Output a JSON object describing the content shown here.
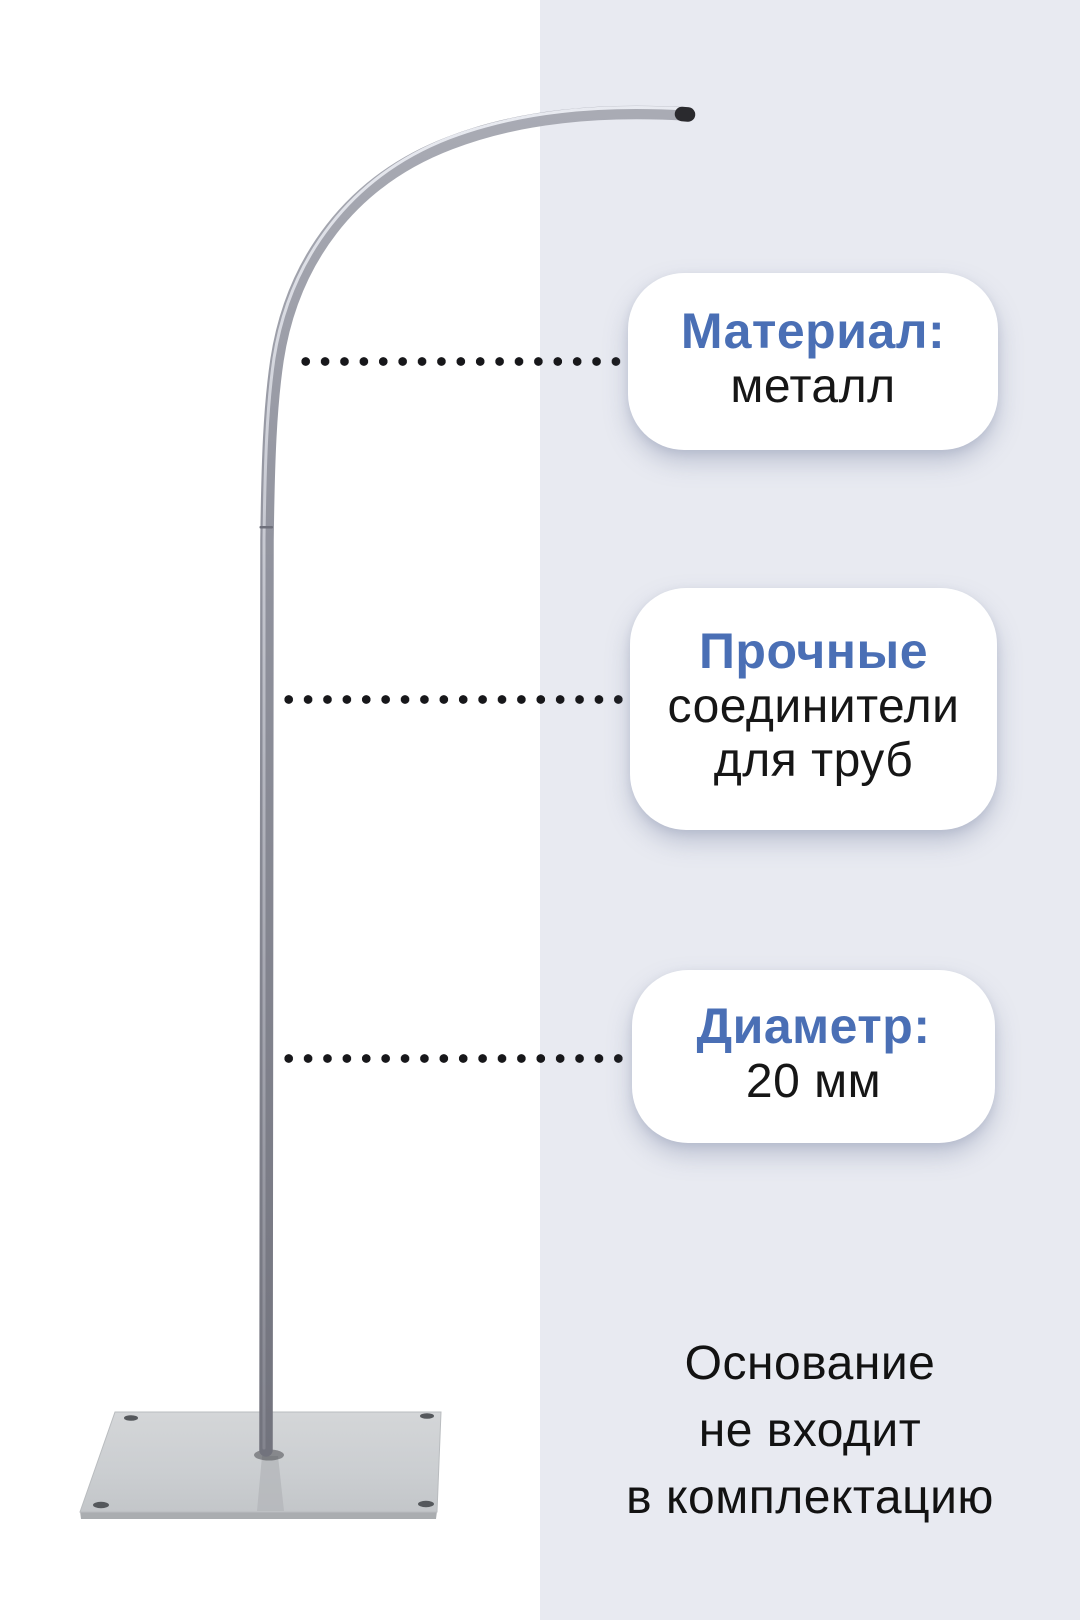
{
  "colors": {
    "accent_blue": "#4a6fb5",
    "body_text": "#161616",
    "note_text": "#121212",
    "bg_right": "#e8eaf1",
    "dot": "#17171a",
    "card_bg": "#ffffff"
  },
  "callouts": [
    {
      "heading": "Материал:",
      "lines": [
        "металл"
      ]
    },
    {
      "heading": "Прочные",
      "lines": [
        "соединители",
        "для труб"
      ]
    },
    {
      "heading": "Диаметр:",
      "lines": [
        "20 мм"
      ]
    }
  ],
  "note": {
    "lines": [
      "Основание",
      "не входит",
      "в комплектацию"
    ]
  },
  "illustration": {
    "pole": "curved-metal-pole",
    "base": "square-metal-base-plate",
    "leader_lines": "dotted-black-leaders"
  }
}
